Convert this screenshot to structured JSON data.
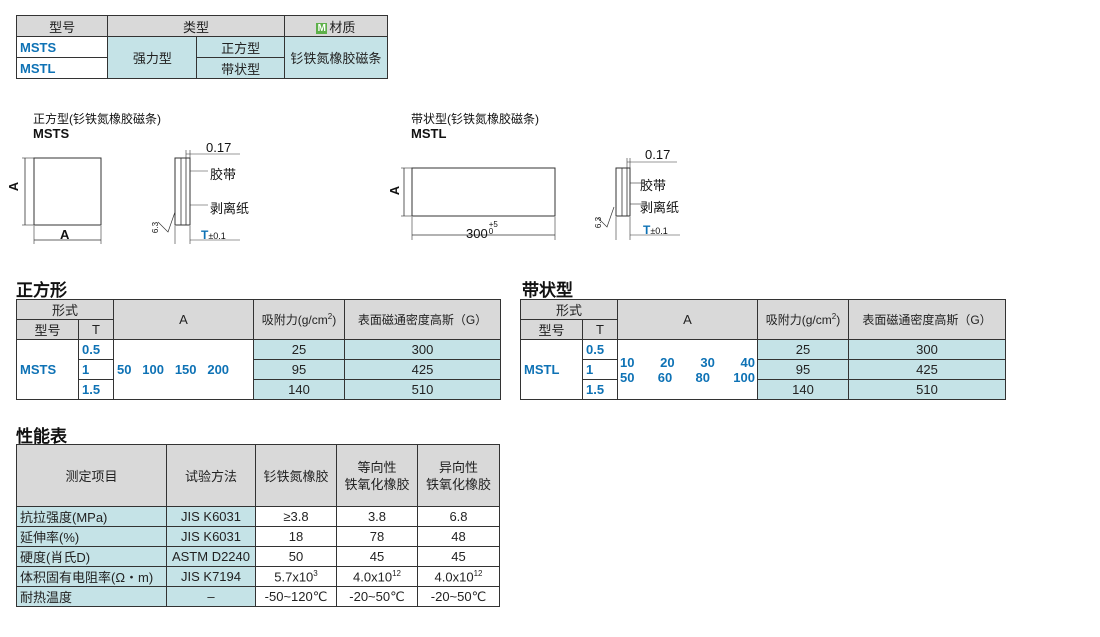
{
  "top_table": {
    "h_model": "型号",
    "h_type": "类型",
    "h_material_badge": "M",
    "h_material": "材质",
    "models": [
      "MSTS",
      "MSTL"
    ],
    "strength": "强力型",
    "shapes": [
      "正方型",
      "带状型"
    ],
    "material": "钐铁氮橡胶磁条"
  },
  "diagram_msts": {
    "title": "正方型(钐铁氮橡胶磁条)",
    "code": "MSTS",
    "dim_a": "A",
    "thickness": "0.17",
    "tape": "胶带",
    "release": "剥离纸",
    "roughness": "6.3",
    "t_label": "T",
    "t_tol": "±0.1"
  },
  "diagram_mstl": {
    "title": "带状型(钐铁氮橡胶磁条)",
    "code": "MSTL",
    "dim_a": "A",
    "length": "300",
    "length_tol_up": "+5",
    "length_tol_down": "0",
    "thickness": "0.17",
    "tape": "胶带",
    "release": "剥离纸",
    "roughness": "6.3",
    "t_label": "T",
    "t_tol": "±0.1"
  },
  "square_section": {
    "title": "正方形",
    "h_form": "形式",
    "h_model": "型号",
    "h_t": "T",
    "h_a": "A",
    "h_force": "吸附力(g/cm",
    "h_force_sup": "2",
    "h_force_end": ")",
    "h_flux": "表面磁通密度高斯（G）",
    "model": "MSTS",
    "t_values": [
      "0.5",
      "1",
      "1.5"
    ],
    "a_values": "50   100   150   200",
    "force": [
      "25",
      "95",
      "140"
    ],
    "flux": [
      "300",
      "425",
      "510"
    ]
  },
  "strip_section": {
    "title": "带状型",
    "h_form": "形式",
    "h_model": "型号",
    "h_t": "T",
    "h_a": "A",
    "h_force": "吸附力(g/cm",
    "h_force_sup": "2",
    "h_force_end": ")",
    "h_flux": "表面磁通密度高斯（G）",
    "model": "MSTL",
    "t_values": [
      "0.5",
      "1",
      "1.5"
    ],
    "a_row1": [
      "10",
      "20",
      "30",
      "40"
    ],
    "a_row2": [
      "50",
      "60",
      "80",
      "100"
    ],
    "force": [
      "25",
      "95",
      "140"
    ],
    "flux": [
      "300",
      "425",
      "510"
    ]
  },
  "perf": {
    "title": "性能表",
    "headers": [
      "测定项目",
      "试验方法",
      "钐铁氮橡胶",
      "等向性\n铁氧化橡胶",
      "异向性\n铁氧化橡胶"
    ],
    "rows": [
      [
        "抗拉强度(MPa)",
        "JIS K6031",
        "≥3.8",
        "3.8",
        "6.8"
      ],
      [
        "延伸率(%)",
        "JIS K6031",
        "18",
        "78",
        "48"
      ],
      [
        "硬度(肖氏D)",
        "ASTM D2240",
        "50",
        "45",
        "45"
      ],
      [
        "体积固有电阻率(Ω・m)",
        "JIS K7194",
        "5.7x10",
        "4.0x10",
        "4.0x10"
      ],
      [
        "耐热温度",
        "–",
        "-50~120℃",
        "-20~50℃",
        "-20~50℃"
      ]
    ],
    "sups": [
      "3",
      "12",
      "12"
    ]
  }
}
